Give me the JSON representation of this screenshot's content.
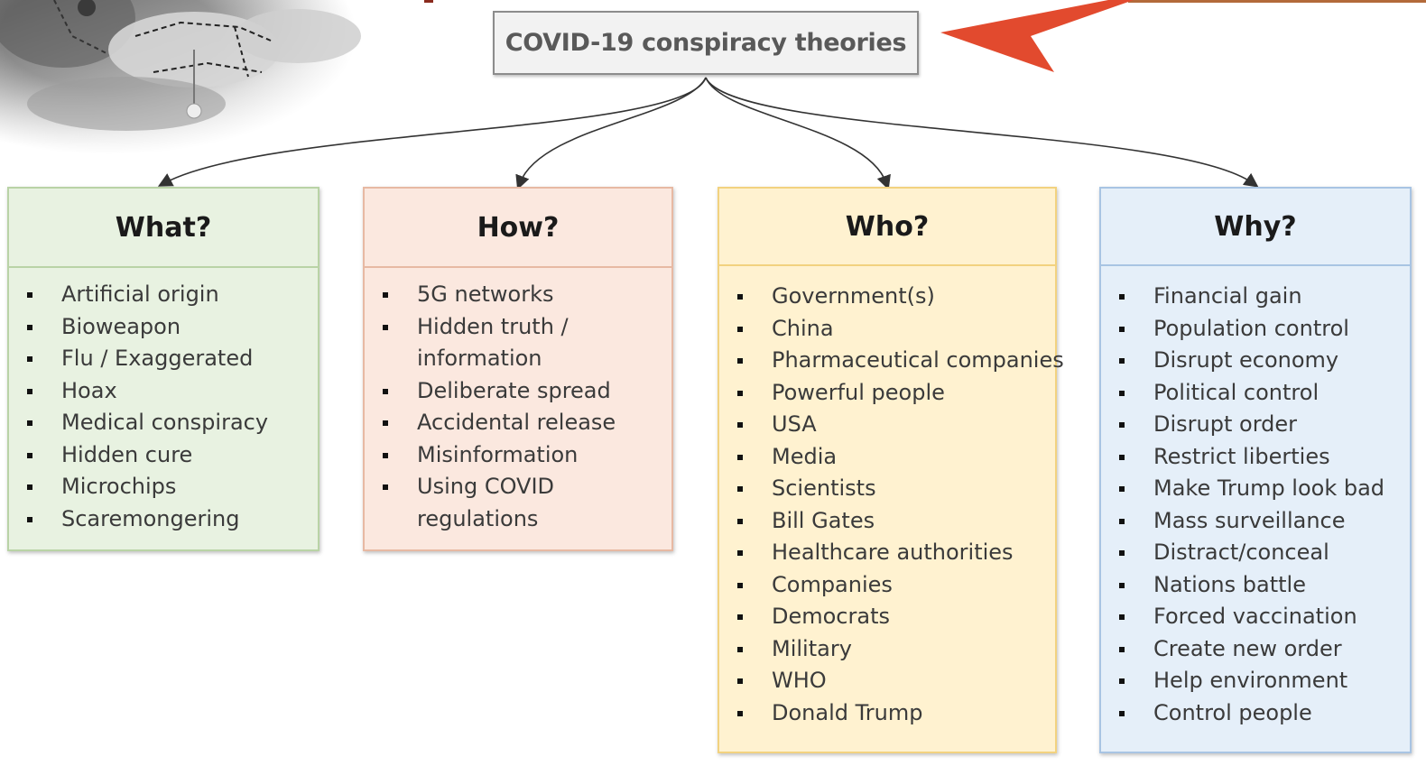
{
  "title": "COVID-19 conspiracy theories",
  "colors": {
    "what_bg": "#e8f2e1",
    "how_bg": "#fbe8df",
    "who_bg": "#fff2d0",
    "why_bg": "#e5eff9",
    "arrow_red": "#e24a2e"
  },
  "categories": [
    {
      "heading": "What?",
      "items": [
        "Artificial origin",
        "Bioweapon",
        "Flu / Exaggerated",
        "Hoax",
        "Medical conspiracy",
        "Hidden cure",
        "Microchips",
        "Scaremongering"
      ]
    },
    {
      "heading": "How?",
      "items": [
        "5G networks",
        "Hidden truth /",
        "information",
        "Deliberate spread",
        "Accidental release",
        "Misinformation",
        "Using COVID",
        "regulations"
      ]
    },
    {
      "heading": "Who?",
      "items": [
        "Government(s)",
        "China",
        "Pharmaceutical companies",
        "Powerful people",
        "USA",
        "Media",
        "Scientists",
        "Bill Gates",
        "Healthcare authorities",
        "Companies",
        "Democrats",
        "Military",
        "WHO",
        "Donald Trump"
      ]
    },
    {
      "heading": "Why?",
      "items": [
        "Financial gain",
        "Population control",
        "Disrupt economy",
        "Political control",
        "Disrupt order",
        "Restrict liberties",
        "Make Trump look bad",
        "Mass surveillance",
        "Distract/conceal",
        "Nations battle",
        "Forced vaccination",
        "Create new order",
        "Help environment",
        "Control people"
      ]
    }
  ]
}
